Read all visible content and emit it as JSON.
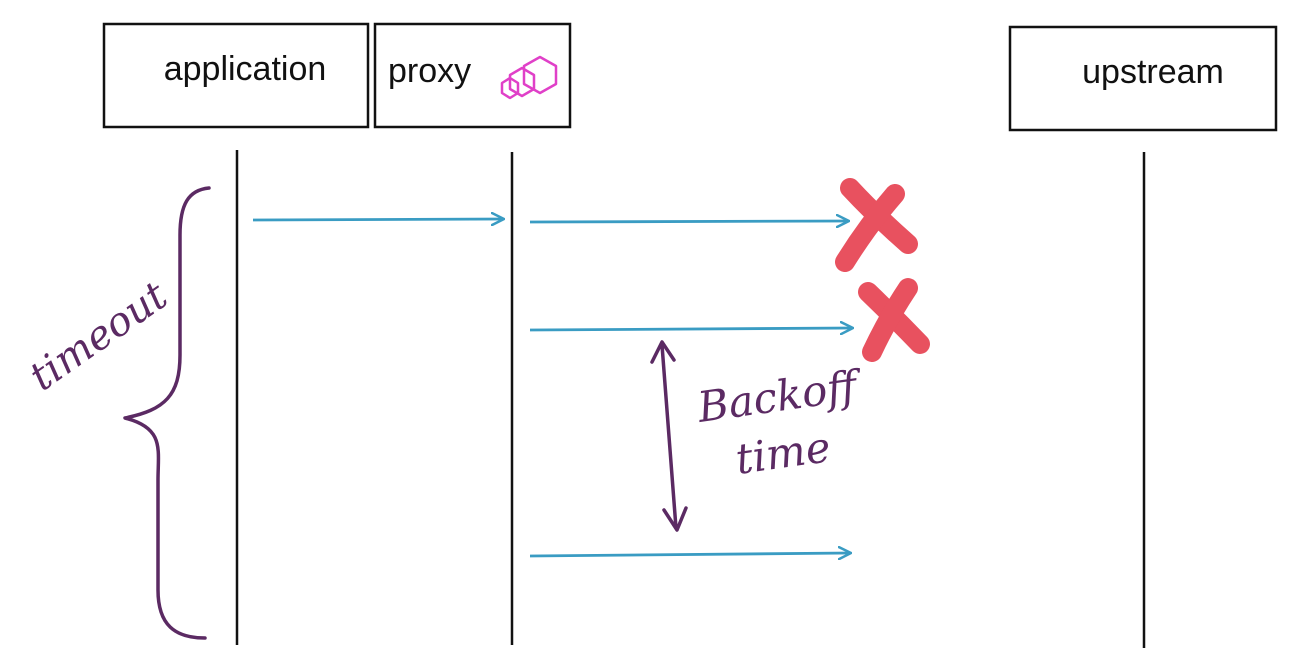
{
  "participants": {
    "application": "application",
    "proxy": "proxy",
    "upstream": "upstream"
  },
  "annotations": {
    "timeout": "timeout",
    "backoff_line1": "Backoff",
    "backoff_line2": "time"
  },
  "icons": {
    "proxy_logo": "envoy-hexagon-logo-icon",
    "failure_mark": "red-x-icon"
  },
  "colors": {
    "arrow": "#3a9cc3",
    "annotation": "#5b2a63",
    "failure": "#e8515f",
    "logo": "#e040c8",
    "line": "#111111"
  }
}
